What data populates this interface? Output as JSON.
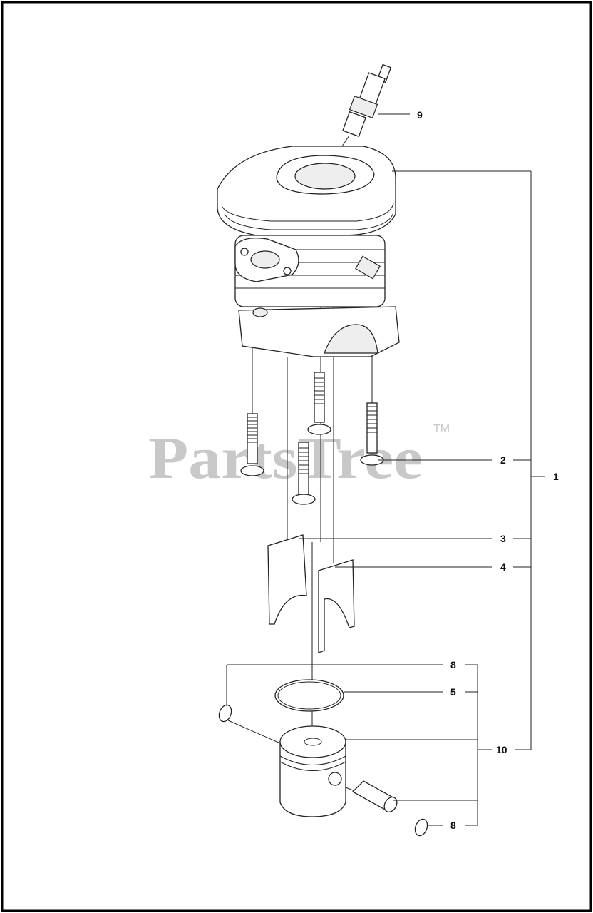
{
  "watermark": {
    "text": "PartsTree",
    "trademark": "TM"
  },
  "callouts": {
    "spark_plug": "9",
    "cylinder_assembly": "1",
    "bolt": "2",
    "shell_left": "3",
    "shell_right": "4",
    "circlip_top": "8",
    "piston_ring": "5",
    "piston_kit": "10",
    "circlip_bottom": "8"
  },
  "colors": {
    "line": "#222222",
    "watermark": "#c8c8c8",
    "border": "#000000"
  }
}
